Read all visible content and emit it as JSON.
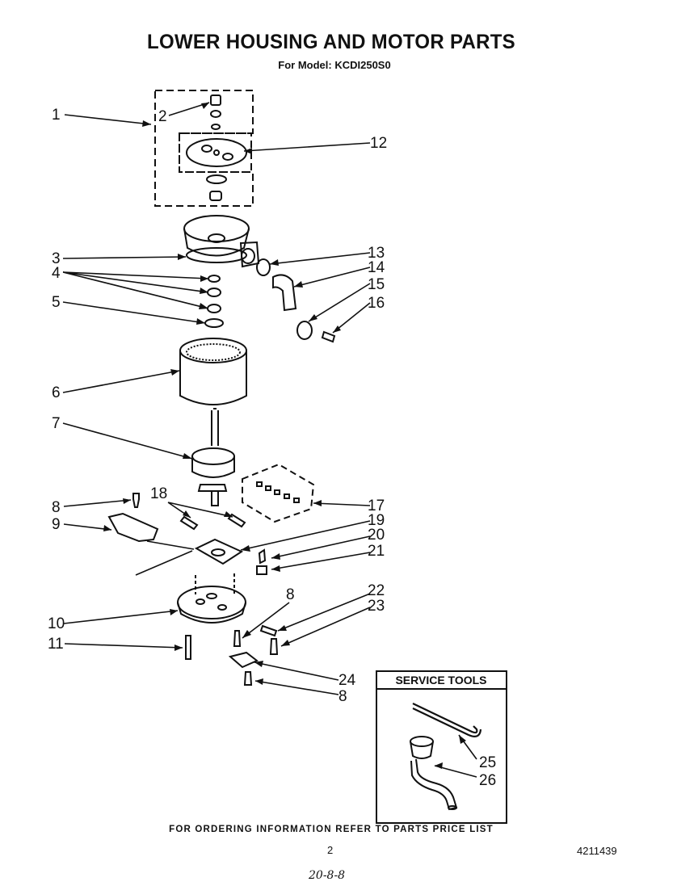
{
  "header": {
    "title": "LOWER HOUSING AND MOTOR PARTS",
    "model": "For Model: KCDI250S0"
  },
  "callouts": [
    "1",
    "2",
    "3",
    "4",
    "5",
    "6",
    "7",
    "8",
    "9",
    "10",
    "11",
    "12",
    "13",
    "14",
    "15",
    "16",
    "17",
    "18",
    "19",
    "20",
    "21",
    "22",
    "23",
    "24",
    "25",
    "26"
  ],
  "service_tools": {
    "title": "SERVICE TOOLS"
  },
  "footer": {
    "ordering_note": "FOR ORDERING INFORMATION REFER TO PARTS PRICE LIST",
    "page_number": "2",
    "document_number": "4211439",
    "handwritten_note": "20-8-8"
  }
}
